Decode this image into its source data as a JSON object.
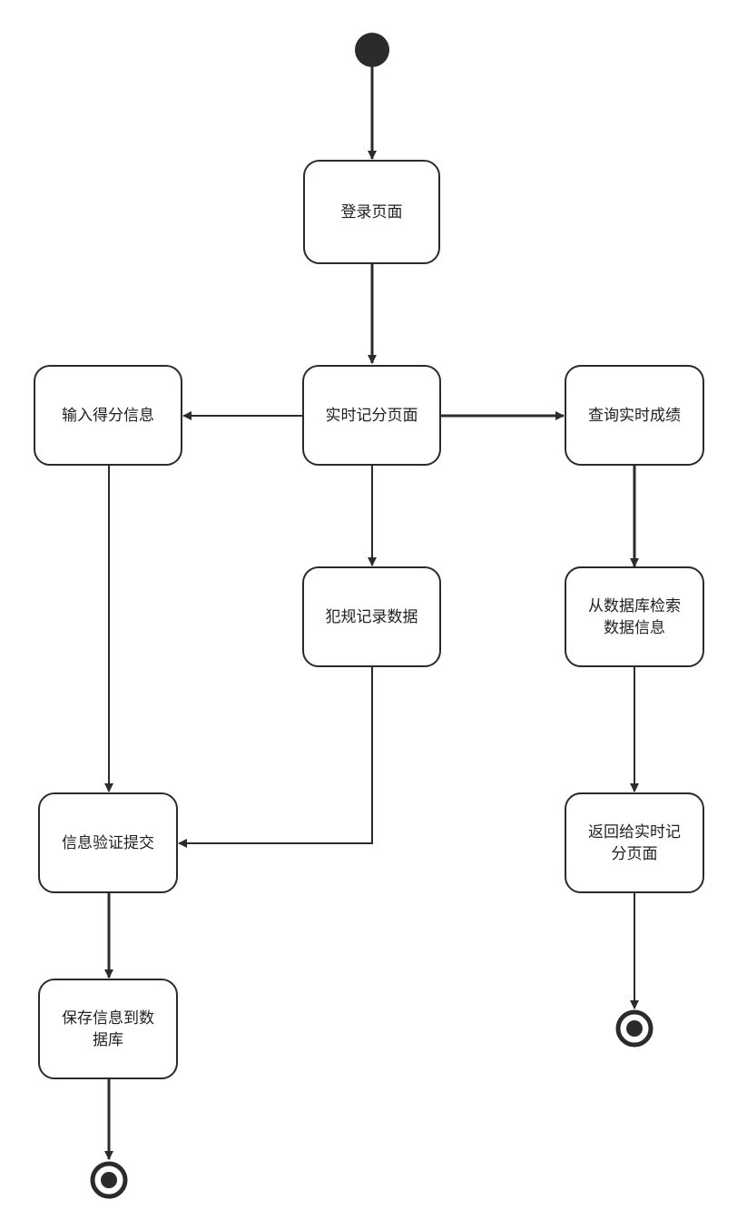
{
  "colors": {
    "stroke": "#2b2b2b",
    "text": "#222222",
    "background": "#ffffff"
  },
  "nodes": {
    "login_page": [
      "登录页面"
    ],
    "live_scoring_page": [
      "实时记分页面"
    ],
    "enter_score_info": [
      "输入得分信息"
    ],
    "query_live_results": [
      "查询实时成绩"
    ],
    "foul_record_data": [
      "犯规记录数据"
    ],
    "retrieve_from_db": [
      "从数据库检索",
      "数据信息"
    ],
    "validate_submit": [
      "信息验证提交"
    ],
    "return_to_page": [
      "返回给实时记",
      "分页面"
    ],
    "save_to_db": [
      "保存信息到数",
      "据库"
    ]
  }
}
